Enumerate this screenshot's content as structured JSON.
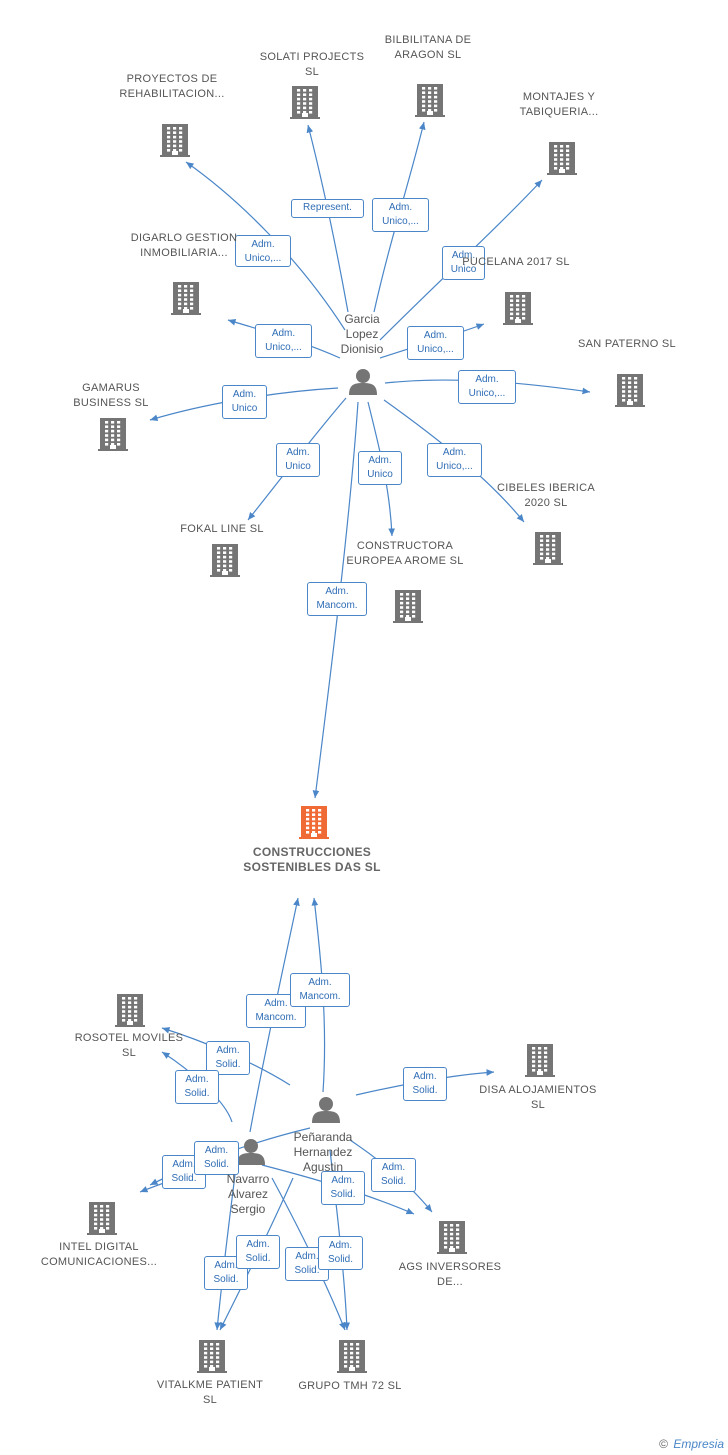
{
  "colors": {
    "edge": "#4a86c8",
    "building": "#757575",
    "building_main": "#f06a35",
    "person": "#757575"
  },
  "companies": [
    {
      "id": "proyectos",
      "name": "PROYECTOS DE REHABILITACION...",
      "icon": "building-icon"
    },
    {
      "id": "solati",
      "name": "SOLATI PROJECTS SL",
      "icon": "building-icon"
    },
    {
      "id": "bilbilitana",
      "name": "BILBILITANA DE ARAGON SL",
      "icon": "building-icon"
    },
    {
      "id": "montajes",
      "name": "MONTAJES Y TABIQUERIA...",
      "icon": "building-icon"
    },
    {
      "id": "digarlo",
      "name": "DIGARLO GESTION INMOBILIARIA...",
      "icon": "building-icon"
    },
    {
      "id": "pucelana",
      "name": "PUCELANA 2017 SL",
      "icon": "building-icon"
    },
    {
      "id": "sanpaterno",
      "name": "SAN PATERNO SL",
      "icon": "building-icon"
    },
    {
      "id": "gamarus",
      "name": "GAMARUS BUSINESS SL",
      "icon": "building-icon"
    },
    {
      "id": "cibeles",
      "name": "CIBELES IBERICA 2020 SL",
      "icon": "building-icon"
    },
    {
      "id": "fokal",
      "name": "FOKAL LINE SL",
      "icon": "building-icon"
    },
    {
      "id": "constructora",
      "name": "CONSTRUCTORA EUROPEA AROME SL",
      "icon": "building-icon"
    },
    {
      "id": "main",
      "name": "CONSTRUCCIONES SOSTENIBLES DAS SL",
      "icon": "building-icon",
      "highlight": true
    },
    {
      "id": "rosotel",
      "name": "ROSOTEL MOVILES SL",
      "icon": "building-icon"
    },
    {
      "id": "disa",
      "name": "DISA ALOJAMIENTOS SL",
      "icon": "building-icon"
    },
    {
      "id": "intel",
      "name": "INTEL DIGITAL COMUNICACIONES...",
      "icon": "building-icon"
    },
    {
      "id": "ags",
      "name": "AGS INVERSORES DE...",
      "icon": "building-icon"
    },
    {
      "id": "vitalkme",
      "name": "VITALKME PATIENT SL",
      "icon": "building-icon"
    },
    {
      "id": "grupo",
      "name": "GRUPO TMH 72 SL",
      "icon": "building-icon"
    }
  ],
  "persons": [
    {
      "id": "garcia",
      "name": "Garcia Lopez Dionisio",
      "icon": "person-icon"
    },
    {
      "id": "penaranda",
      "name": "Peñaranda Hernandez Agustin",
      "icon": "person-icon"
    },
    {
      "id": "navarro",
      "name": "Navarro Alvarez Sergio",
      "icon": "person-icon"
    }
  ],
  "relations": [
    {
      "from": "garcia",
      "to": "proyectos",
      "label": "Adm. Unico,..."
    },
    {
      "from": "garcia",
      "to": "solati",
      "label": "Represent."
    },
    {
      "from": "garcia",
      "to": "bilbilitana",
      "label": "Adm. Unico,..."
    },
    {
      "from": "garcia",
      "to": "montajes",
      "label": "Adm. Unico"
    },
    {
      "from": "garcia",
      "to": "digarlo",
      "label": "Adm. Unico,..."
    },
    {
      "from": "garcia",
      "to": "pucelana",
      "label": "Adm. Unico,..."
    },
    {
      "from": "garcia",
      "to": "sanpaterno",
      "label": "Adm. Unico,..."
    },
    {
      "from": "garcia",
      "to": "gamarus",
      "label": "Adm. Unico"
    },
    {
      "from": "garcia",
      "to": "fokal",
      "label": "Adm. Unico"
    },
    {
      "from": "garcia",
      "to": "constructora",
      "label": "Adm. Unico"
    },
    {
      "from": "garcia",
      "to": "cibeles",
      "label": "Adm. Unico,..."
    },
    {
      "from": "garcia",
      "to": "main",
      "label": "Adm. Mancom."
    },
    {
      "from": "navarro",
      "to": "main",
      "label": "Adm. Mancom."
    },
    {
      "from": "penaranda",
      "to": "main",
      "label": "Adm. Mancom."
    },
    {
      "from": "penaranda",
      "to": "rosotel",
      "label": "Adm. Solid."
    },
    {
      "from": "navarro",
      "to": "rosotel",
      "label": "Adm. Solid."
    },
    {
      "from": "penaranda",
      "to": "disa",
      "label": "Adm. Solid."
    },
    {
      "from": "navarro",
      "to": "intel",
      "label": "Adm. Solid."
    },
    {
      "from": "penaranda",
      "to": "intel",
      "label": "Adm. Solid."
    },
    {
      "from": "penaranda",
      "to": "ags",
      "label": "Adm. Solid."
    },
    {
      "from": "navarro",
      "to": "ags",
      "label": "Adm. Solid."
    },
    {
      "from": "navarro",
      "to": "vitalkme",
      "label": "Adm. Solid."
    },
    {
      "from": "penaranda",
      "to": "vitalkme",
      "label": "Adm. Solid."
    },
    {
      "from": "navarro",
      "to": "grupo",
      "label": "Adm. Solid."
    },
    {
      "from": "penaranda",
      "to": "grupo",
      "label": "Adm. Solid."
    }
  ],
  "footer": {
    "copyright": "©",
    "brand": "Empresia"
  }
}
